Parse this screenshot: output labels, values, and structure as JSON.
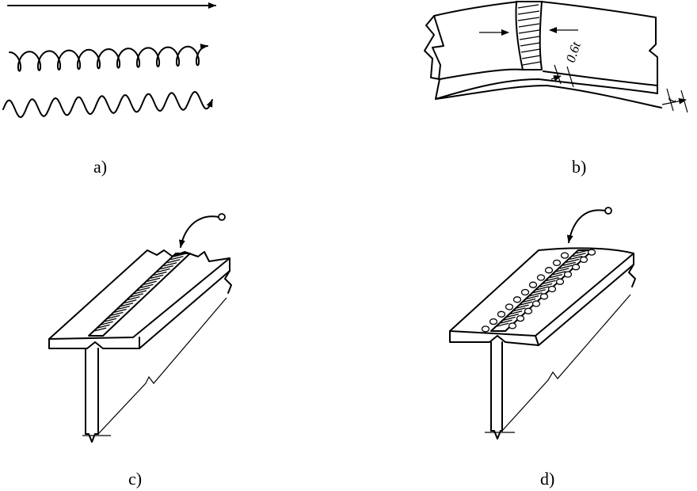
{
  "panels": [
    {
      "id": "a",
      "caption": "a)"
    },
    {
      "id": "b",
      "caption": "b)",
      "dimension_labels": [
        "0.6t",
        "t"
      ]
    },
    {
      "id": "c",
      "caption": "c)"
    },
    {
      "id": "d",
      "caption": "d)"
    }
  ],
  "colors": {
    "line": "#000000",
    "background": "#ffffff"
  }
}
